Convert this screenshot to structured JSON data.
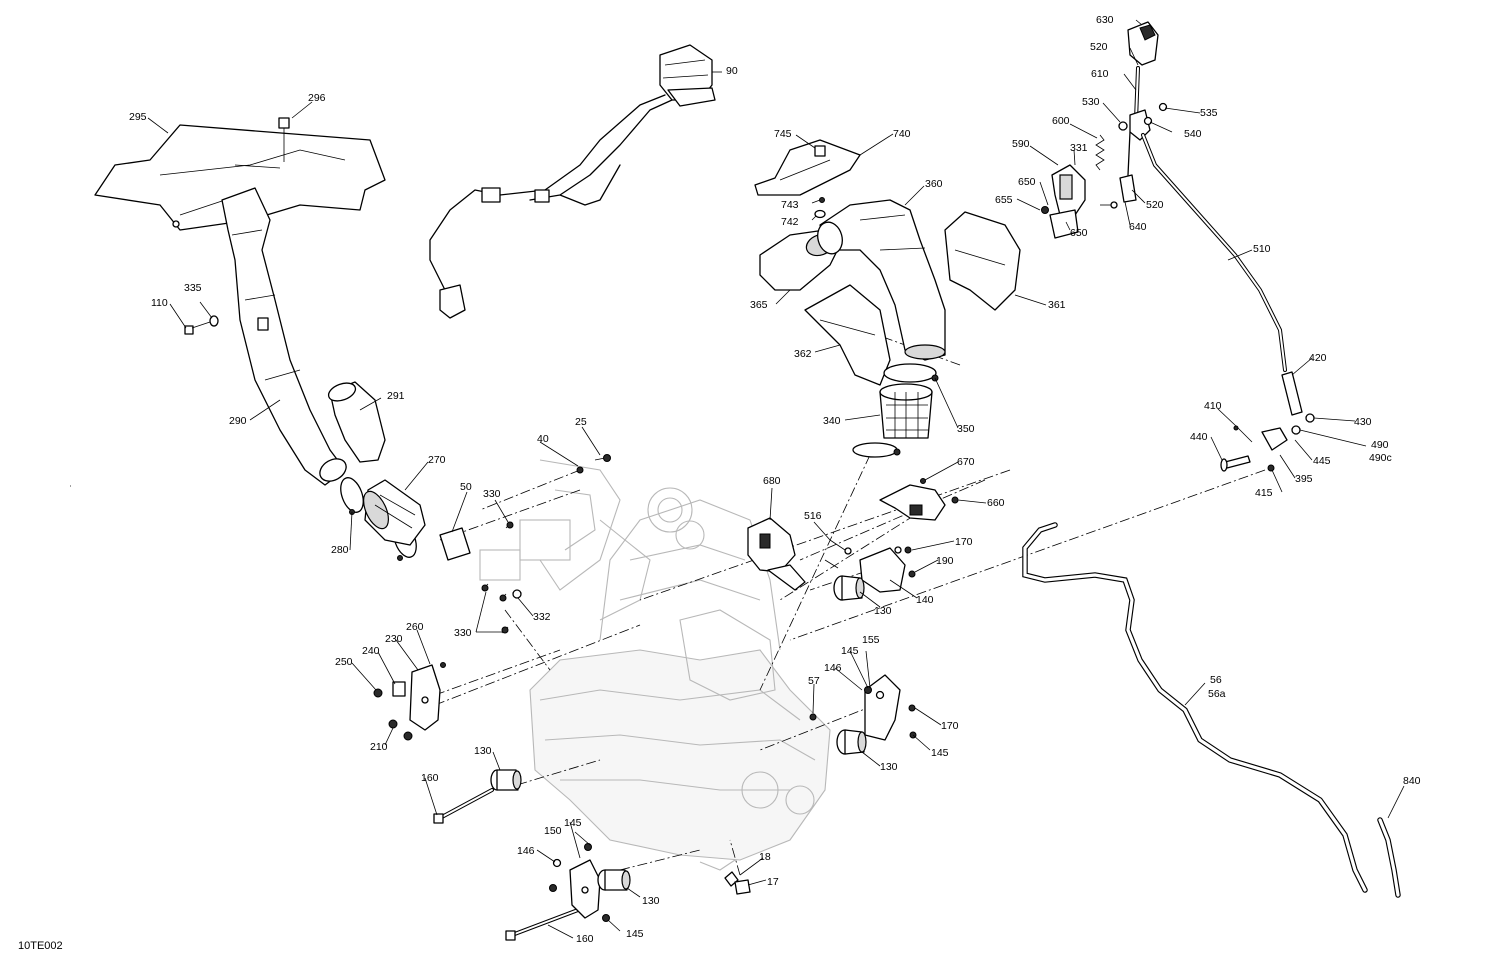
{
  "diagram": {
    "reference": "10TE002",
    "callouts": [
      "17",
      "18",
      "25",
      "40",
      "50",
      "56",
      "56a",
      "57",
      "90",
      "110",
      "130",
      "140",
      "145",
      "146",
      "150",
      "155",
      "160",
      "170",
      "190",
      "210",
      "230",
      "240",
      "250",
      "260",
      "270",
      "280",
      "290",
      "291",
      "295",
      "296",
      "330",
      "331",
      "332",
      "335",
      "340",
      "350",
      "360",
      "361",
      "362",
      "365",
      "395",
      "410",
      "415",
      "420",
      "430",
      "440",
      "445",
      "490",
      "490c",
      "510",
      "516",
      "520",
      "530",
      "535",
      "540",
      "590",
      "600",
      "610",
      "630",
      "640",
      "650",
      "655",
      "660",
      "670",
      "680",
      "740",
      "742",
      "743",
      "745",
      "840"
    ]
  }
}
